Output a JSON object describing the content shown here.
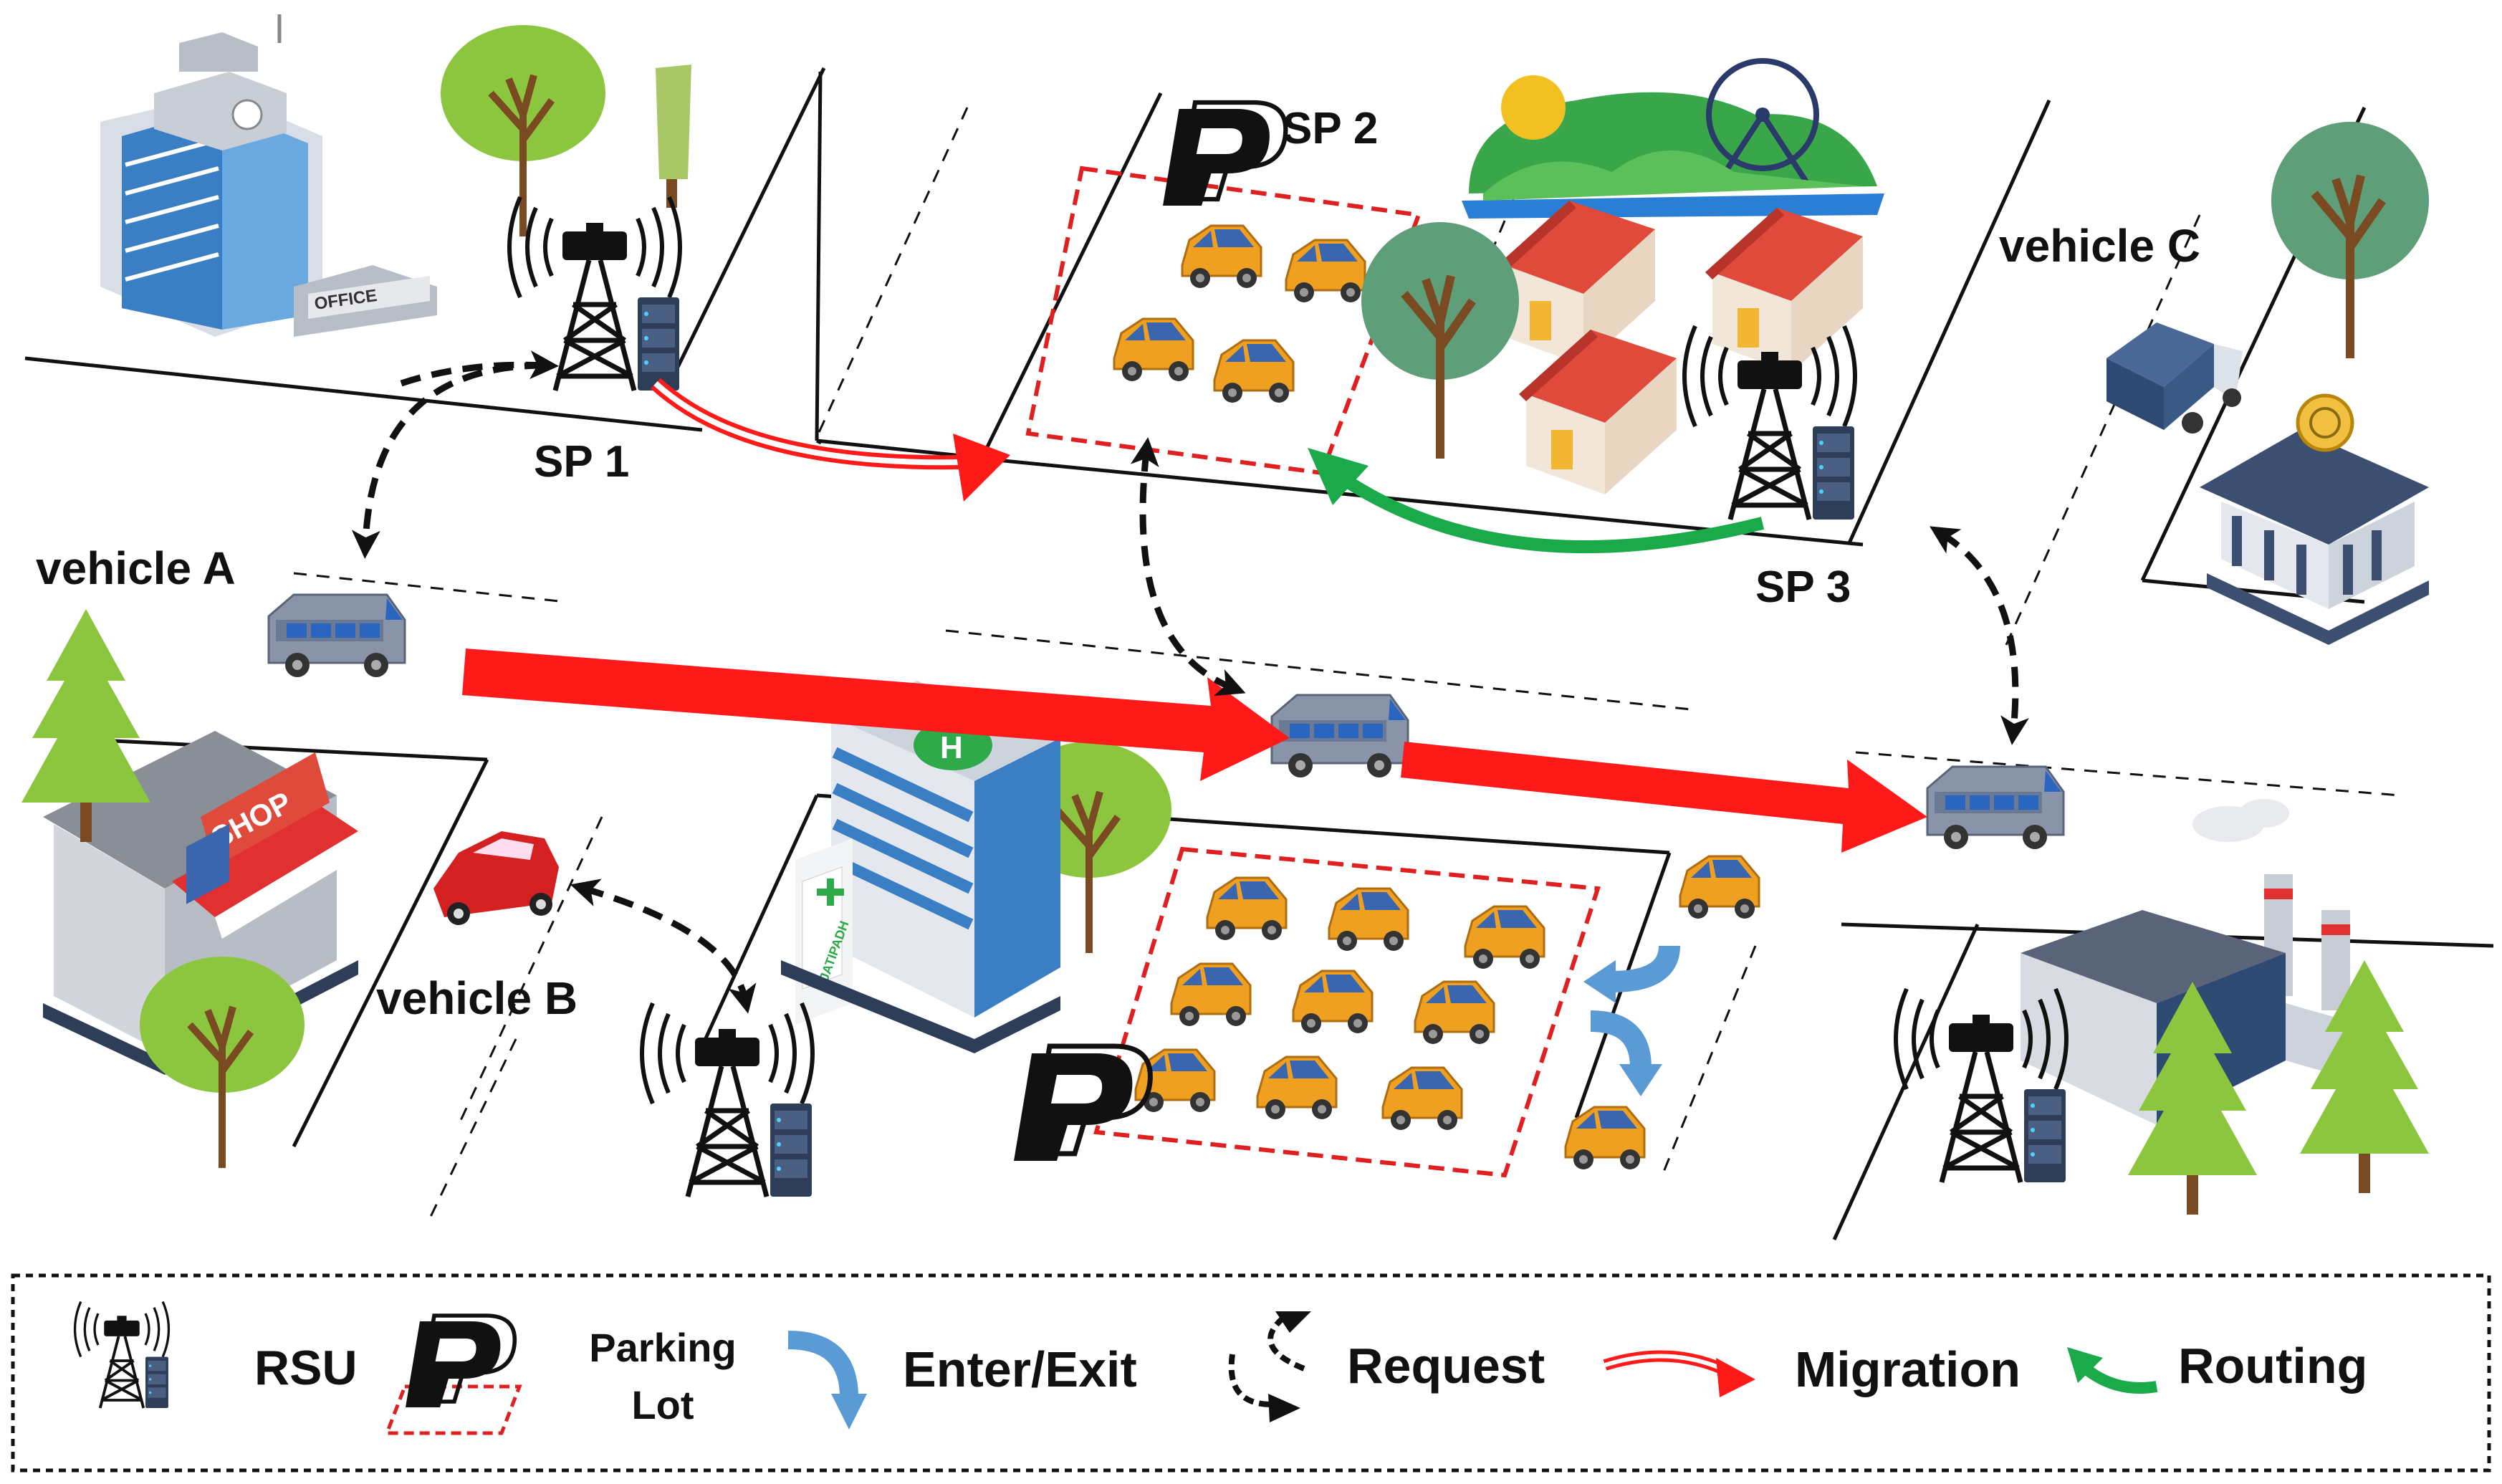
{
  "labels": {
    "sp1": "SP 1",
    "sp2": "SP 2",
    "sp3": "SP 3",
    "vehicle_a": "vehicle A",
    "vehicle_b": "vehicle B",
    "vehicle_c": "vehicle C",
    "office_sign": "OFFICE",
    "shop_sign": "SHOP",
    "hospital_sign": "JATIPADH",
    "parking_glyph": "P"
  },
  "legend": {
    "rsu": "RSU",
    "parking_line1": "Parking",
    "parking_line2": "Lot",
    "enter_exit": "Enter/Exit",
    "request": "Request",
    "migration": "Migration",
    "routing": "Routing"
  },
  "colors": {
    "migration": "#ff1a1a",
    "routing": "#1aaa4a",
    "enter_exit": "#5b9bd5",
    "request": "#111111",
    "parking_border": "#e02020",
    "taxi": "#f0a020",
    "van": "#8a94a8",
    "tree": "#8cc63f",
    "building_blue": "#3a7fc4"
  },
  "icons": [
    "rsu-tower-icon",
    "server-rack-icon",
    "parking-p-icon",
    "office-building-icon",
    "shop-icon",
    "hospital-icon",
    "factory-icon",
    "bank-icon",
    "house-icon",
    "park-scene-icon",
    "tree-icon",
    "van-icon",
    "taxi-icon",
    "red-car-icon",
    "truck-icon"
  ]
}
